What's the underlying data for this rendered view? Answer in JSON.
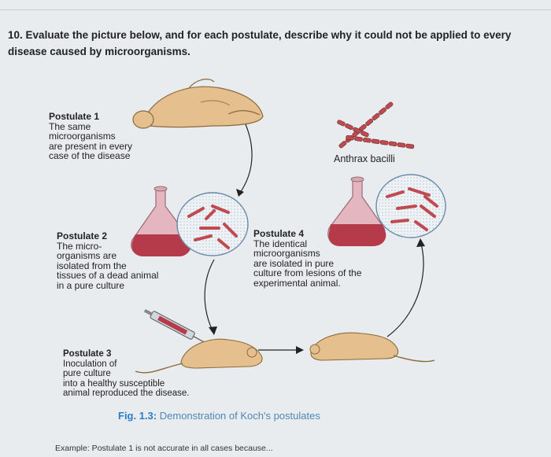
{
  "question": {
    "number": "10.",
    "text": "Evaluate the picture below, and for each postulate, describe why it could not be applied to every disease caused by microorganisms."
  },
  "postulates": {
    "p1": {
      "title": "Postulate 1",
      "lines": [
        "The same",
        "microorganisms",
        "are present in every",
        "case of the disease"
      ]
    },
    "p2": {
      "title": "Postulate 2",
      "lines": [
        "The micro-",
        "organisms are",
        "isolated from the",
        "tissues of a dead animal",
        "in a pure culture"
      ]
    },
    "p3": {
      "title": "Postulate 3",
      "lines": [
        "Inoculation of",
        "pure culture",
        "into a healthy susceptible",
        "animal reproduced the disease."
      ]
    },
    "p4": {
      "title": "Postulate 4",
      "lines": [
        "The identical",
        "microorganisms",
        "are isolated in pure",
        "culture from lesions of the",
        "experimental animal."
      ]
    }
  },
  "anthrax_label": "Anthrax bacilli",
  "caption": {
    "fig": "Fig. 1.3:",
    "text": "Demonstration of Koch's postulates"
  },
  "example": "Example: Postulate 1 is not accurate in all cases because...",
  "colors": {
    "flask": "#d79aa8",
    "liquid": "#b53a4a",
    "animal": "#e5c08e",
    "bacteria": "#c04a50"
  }
}
